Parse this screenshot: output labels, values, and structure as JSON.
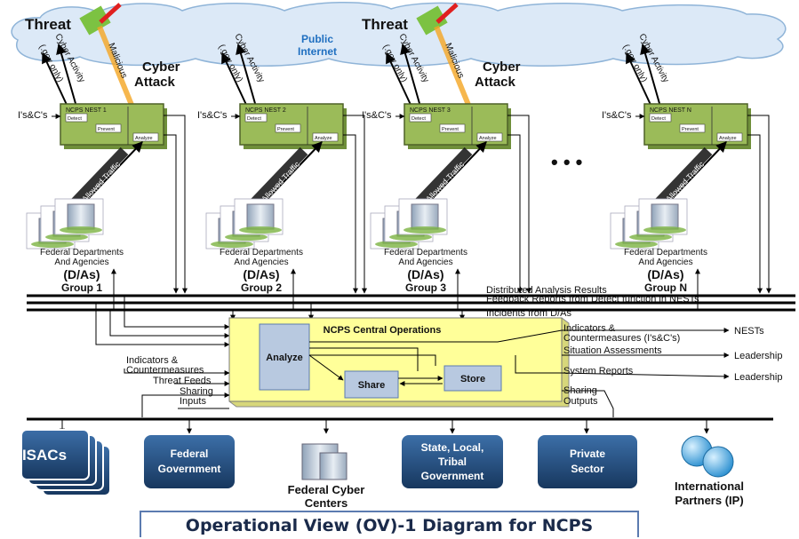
{
  "cloud": {
    "label_line1": "Public",
    "label_line2": "Internet"
  },
  "threat_label": "Threat",
  "cyber_attack_line1": "Cyber",
  "cyber_attack_line2": "Attack",
  "cyber_activity": "Cyber Activity",
  "gov_only": "(.gov only)",
  "malicious": "Malicious",
  "isc": "I's&C's",
  "allowed_traffic": "Allowed Traffic",
  "nest_functions": {
    "detect": "Detect",
    "prevent": "Prevent",
    "analyze": "Analyze"
  },
  "fed_label_line1": "Federal Departments",
  "fed_label_line2": "And Agencies",
  "das": "(D/As)",
  "groups": [
    {
      "nest": "NCPS NEST 1",
      "group": "Group 1"
    },
    {
      "nest": "NCPS NEST 2",
      "group": "Group 2"
    },
    {
      "nest": "NCPS NEST 3",
      "group": "Group 3"
    },
    {
      "nest": "NCPS NEST N",
      "group": "Group N"
    }
  ],
  "ellipsis": "• • •",
  "buses": {
    "distributed": "Distributed Analysis Results",
    "feedback": "Feedback Reports from Detect function in NESTs",
    "incidents": "Incidents from D/As"
  },
  "central": {
    "title": "NCPS Central Operations",
    "analyze": "Analyze",
    "share": "Share",
    "store": "Store"
  },
  "inputs": {
    "ic_line1": "Indicators &",
    "ic_line2": "Countermeasures",
    "threat_feeds": "Threat Feeds",
    "sharing": "Sharing",
    "inputs": "Inputs"
  },
  "outputs": {
    "ic_line1": "Indicators &",
    "ic_line2": "Countermeasures (I's&C's)",
    "nests": "NESTs",
    "situation": "Situation Assessments",
    "leadership": "Leadership",
    "system_reports": "System Reports",
    "sharing": "Sharing",
    "outputs": "Outputs"
  },
  "partners": {
    "isacs": "ISACs",
    "federal_gov_line1": "Federal",
    "federal_gov_line2": "Government",
    "fed_cyber_line1": "Federal Cyber",
    "fed_cyber_line2": "Centers",
    "sltg_line1": "State, Local,",
    "sltg_line2": "Tribal",
    "sltg_line3": "Government",
    "private_line1": "Private",
    "private_line2": "Sector",
    "intl_line1": "International",
    "intl_line2": "Partners (IP)"
  },
  "caption": "Operational View (OV)-1 Diagram for NCPS",
  "colors": {
    "nest_green": "#9bbb59",
    "central_yellow": "#ffff99",
    "partner_blue": "#1f4e79",
    "cloud_blue": "#dce9f7",
    "threat_red": "#e02020"
  }
}
